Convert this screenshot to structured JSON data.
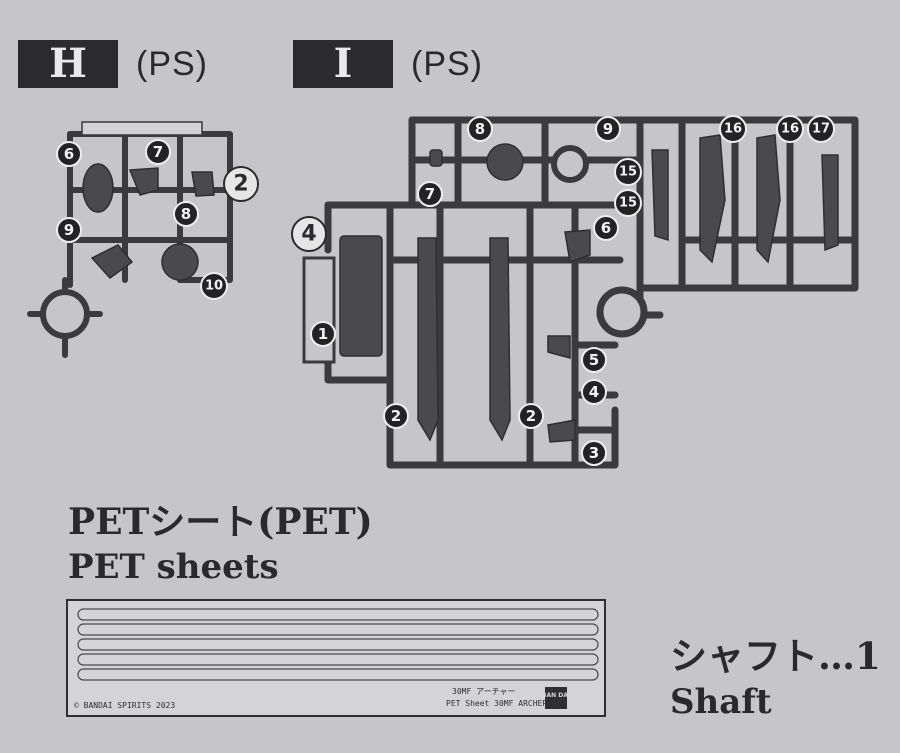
{
  "runners": [
    {
      "letter": "H",
      "material": "(PS)"
    },
    {
      "letter": "I",
      "material": "(PS)"
    }
  ],
  "runner_h_tags": {
    "t6": "6",
    "t7": "7",
    "t2": "2",
    "t8": "8",
    "t9": "9",
    "t10": "10"
  },
  "runner_i_tags": {
    "t8": "8",
    "t9": "9",
    "t16a": "16",
    "t16b": "16",
    "t17": "17",
    "t15a": "15",
    "t15b": "15",
    "t7": "7",
    "t4big": "4",
    "t6": "6",
    "t1": "1",
    "t5": "5",
    "t4": "4",
    "t2a": "2",
    "t2b": "2",
    "t3": "3"
  },
  "pet": {
    "title": "PETシート(PET)",
    "subtitle": "PET sheets",
    "copyright": "© BANDAI SPIRITS 2023",
    "line1": "30MF アーチャー",
    "line2": "PET Sheet 30MF ARCHER",
    "logo": "BAN DAI"
  },
  "shaft": {
    "jp": "シャフト…1",
    "en": "Shaft"
  }
}
